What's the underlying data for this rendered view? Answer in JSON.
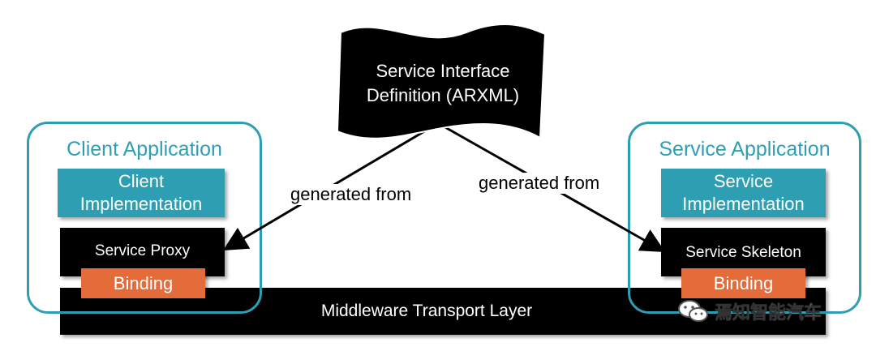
{
  "diagram": {
    "source": {
      "line1": "Service Interface",
      "line2": "Definition (ARXML)"
    },
    "client": {
      "title": "Client Application",
      "impl_line1": "Client",
      "impl_line2": "Implementation",
      "proxy": "Service Proxy",
      "binding": "Binding"
    },
    "service": {
      "title": "Service Application",
      "impl_line1": "Service",
      "impl_line2": "Implementation",
      "skeleton": "Service Skeleton",
      "binding": "Binding"
    },
    "transport": "Middleware Transport Layer",
    "edges": {
      "left": "generated from",
      "right": "generated from"
    }
  },
  "watermark": {
    "text": "焉知智能汽车",
    "icon": "wechat-icon"
  },
  "colors": {
    "teal": "#2e9fb3",
    "orange": "#e46c3a",
    "black": "#000000"
  }
}
